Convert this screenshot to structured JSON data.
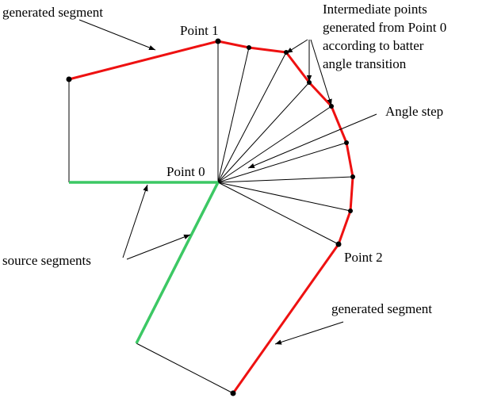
{
  "labels": {
    "generated_top": "generated segment",
    "point1": "Point 1",
    "intermediate": [
      "Intermediate points",
      "generated from Point 0",
      "according to batter",
      "angle transition"
    ],
    "angle_step": "Angle step",
    "point0": "Point 0",
    "source_segments": "source segments",
    "point2": "Point 2",
    "generated_bottom": "generated segment"
  },
  "colors": {
    "generated": "#ee1111",
    "source": "#3cc864",
    "line": "#000000"
  }
}
